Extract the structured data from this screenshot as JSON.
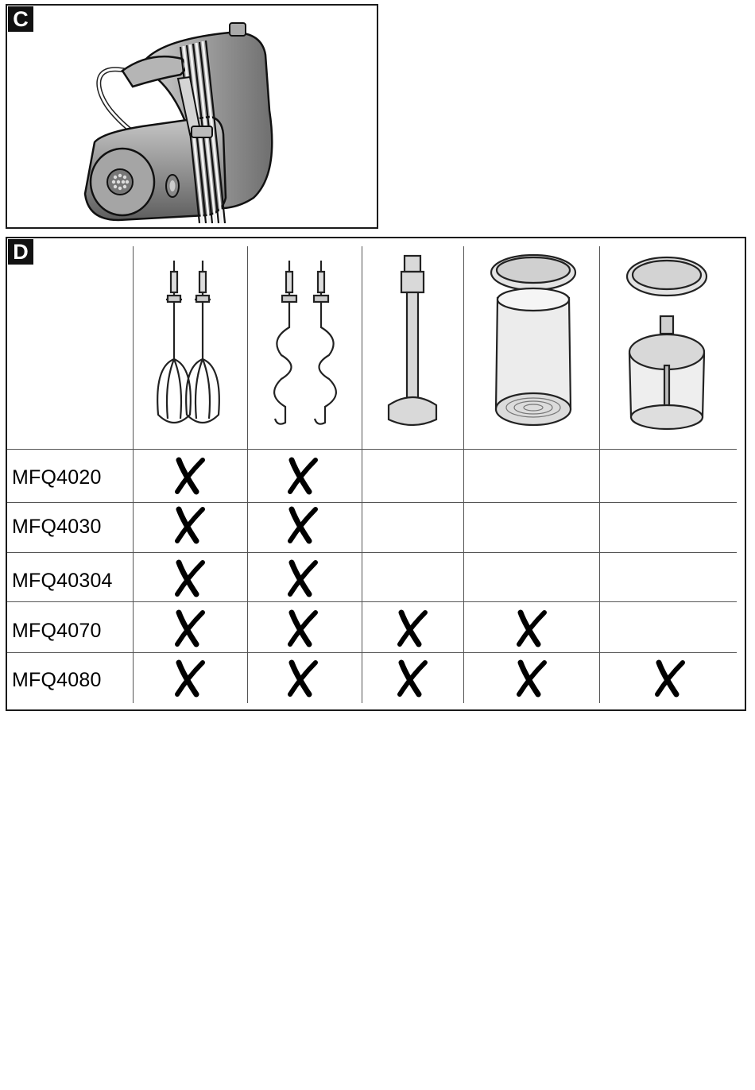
{
  "panel_c": {
    "label": "C"
  },
  "panel_d": {
    "label": "D",
    "accessories": [
      {
        "icon": "whisk-beaters-icon"
      },
      {
        "icon": "dough-hooks-icon"
      },
      {
        "icon": "blender-foot-icon"
      },
      {
        "icon": "blender-jug-icon"
      },
      {
        "icon": "chopper-attachment-icon"
      }
    ],
    "rows": [
      {
        "model": "MFQ4020",
        "marks": [
          true,
          true,
          false,
          false,
          false
        ]
      },
      {
        "model": "MFQ4030",
        "marks": [
          true,
          true,
          false,
          false,
          false
        ]
      },
      {
        "model": "MFQ40304",
        "marks": [
          true,
          true,
          false,
          false,
          false
        ]
      },
      {
        "model": "MFQ4070",
        "marks": [
          true,
          true,
          true,
          true,
          false
        ]
      },
      {
        "model": "MFQ4080",
        "marks": [
          true,
          true,
          true,
          true,
          true
        ]
      }
    ],
    "mark_symbol_icon": "x-mark-icon"
  }
}
